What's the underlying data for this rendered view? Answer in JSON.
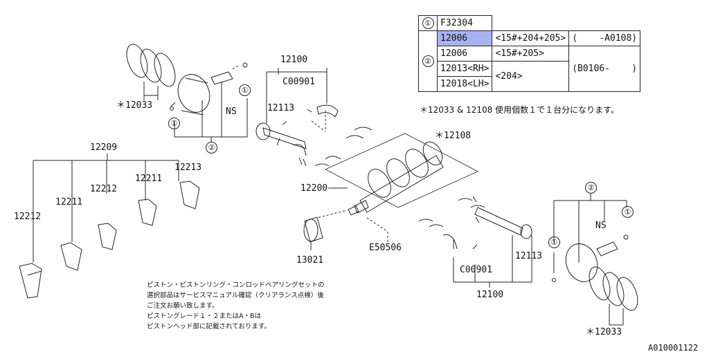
{
  "table": {
    "rows": [
      {
        "num": "①",
        "part": "F32304"
      },
      {
        "num": "②",
        "part": "12006",
        "spec": "<15#+204+205>",
        "range": "(    -A0108)",
        "highlighted": true
      },
      {
        "part": "12006",
        "spec": "<15#+205>"
      },
      {
        "part": "12013<RH>",
        "spec": "<204>",
        "range": "(B0106-    )"
      },
      {
        "part": "12018<LH>"
      }
    ]
  },
  "table_note": "＊12033 & 12108 使用個数１で１台分になります。",
  "labels": {
    "p12033_top": "＊12033",
    "p12033_bottom": "＊12033",
    "p12100_top": "12100",
    "p12100_bottom": "12100",
    "c00901_top": "C00901",
    "c00901_bottom": "C00901",
    "p12113_top": "12113",
    "p12113_bottom": "12113",
    "p12108": "＊12108",
    "p12200": "12200",
    "p12209": "12209",
    "p12212_a": "12212",
    "p12212_b": "12212",
    "p12211_a": "12211",
    "p12211_b": "12211",
    "p12213": "12213",
    "p13021": "13021",
    "e50506": "E50506",
    "ns_top": "NS",
    "ns_bottom": "NS",
    "circ1": "①",
    "circ2": "②"
  },
  "note_lines": [
    "ピストン・ピストンリング・コンロッドベアリングセットの",
    "選択部品はサービスマニュアル確認（クリアランス点検）後",
    "ご注文お願い致します。",
    "ピストングレード１・２またはA・Bは",
    "ピストンヘッド部に記載されております。"
  ],
  "reference_code": "A010001122"
}
